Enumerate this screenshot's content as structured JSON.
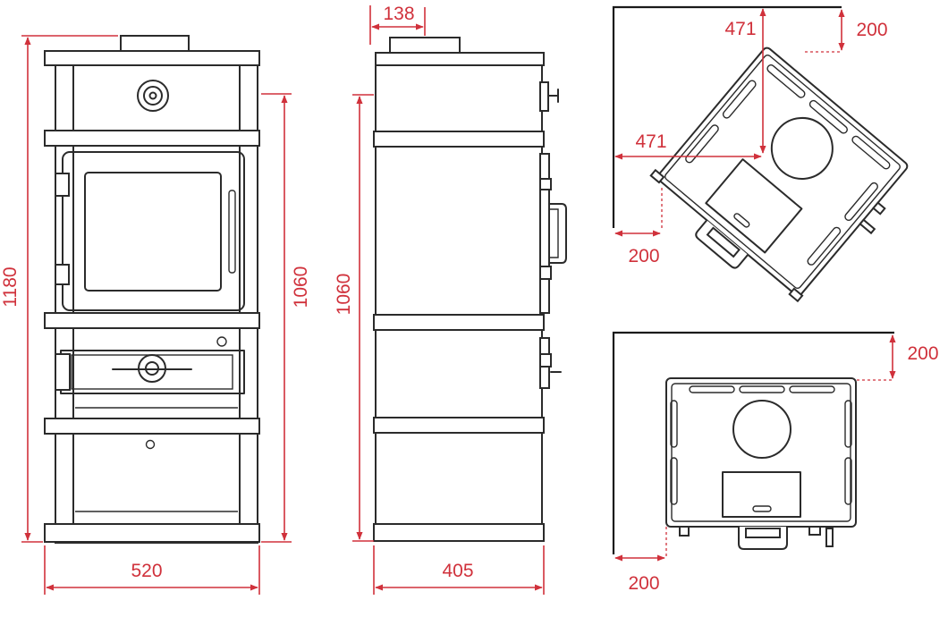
{
  "colors": {
    "dimension": "#d0313b",
    "outline": "#2b2b2b",
    "background": "#ffffff"
  },
  "front_view": {
    "width_label": "520",
    "total_height_label": "1180",
    "body_height_label": "1060"
  },
  "side_view": {
    "flue_offset_label": "138",
    "body_height_label": "1060",
    "depth_label": "405"
  },
  "corner_install_view": {
    "center_x_label": "471",
    "center_y_label": "471",
    "rear_clearance_label": "200",
    "side_clearance_label": "200"
  },
  "wall_install_view": {
    "rear_clearance_label": "200",
    "side_clearance_label": "200"
  }
}
